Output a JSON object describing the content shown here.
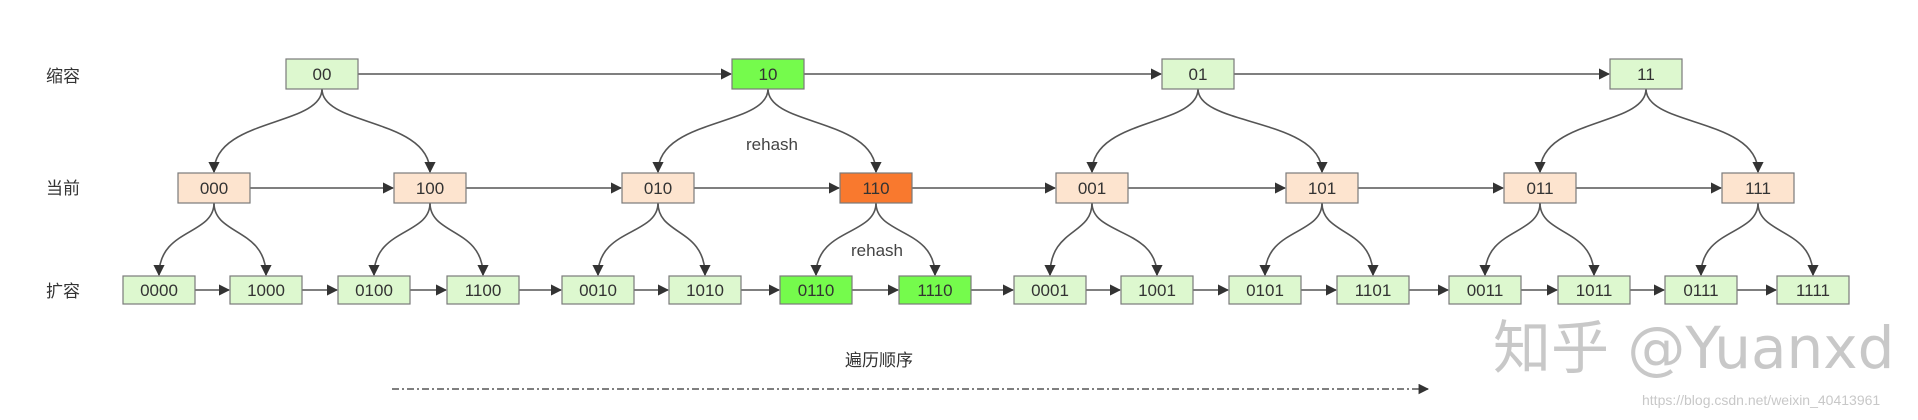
{
  "colors": {
    "level_default": "#ddf8cf",
    "current_default": "#fde4cf",
    "highlight_green": "#75fb4c",
    "highlight_orange": "#f9792e",
    "edge": "#555555"
  },
  "rows": {
    "shrink": {
      "label": "缩容",
      "nodes": [
        {
          "label": "00",
          "highlight": false
        },
        {
          "label": "10",
          "highlight": true
        },
        {
          "label": "01",
          "highlight": false
        },
        {
          "label": "11",
          "highlight": false
        }
      ]
    },
    "current": {
      "label": "当前",
      "nodes": [
        {
          "label": "000",
          "highlight": false
        },
        {
          "label": "100",
          "highlight": false
        },
        {
          "label": "010",
          "highlight": false
        },
        {
          "label": "110",
          "highlight": true
        },
        {
          "label": "001",
          "highlight": false
        },
        {
          "label": "101",
          "highlight": false
        },
        {
          "label": "011",
          "highlight": false
        },
        {
          "label": "111",
          "highlight": false
        }
      ]
    },
    "expand": {
      "label": "扩容",
      "nodes": [
        {
          "label": "0000",
          "highlight": false
        },
        {
          "label": "1000",
          "highlight": false
        },
        {
          "label": "0100",
          "highlight": false
        },
        {
          "label": "1100",
          "highlight": false
        },
        {
          "label": "0010",
          "highlight": false
        },
        {
          "label": "1010",
          "highlight": false
        },
        {
          "label": "0110",
          "highlight": true
        },
        {
          "label": "1110",
          "highlight": true
        },
        {
          "label": "0001",
          "highlight": false
        },
        {
          "label": "1001",
          "highlight": false
        },
        {
          "label": "0101",
          "highlight": false
        },
        {
          "label": "1101",
          "highlight": false
        },
        {
          "label": "0011",
          "highlight": false
        },
        {
          "label": "1011",
          "highlight": false
        },
        {
          "label": "0111",
          "highlight": false
        },
        {
          "label": "1111",
          "highlight": false
        }
      ]
    }
  },
  "annotations": {
    "rehash_top": "rehash",
    "rehash_bottom": "rehash"
  },
  "traversal_label": "遍历顺序",
  "watermark": {
    "text": "知乎 @Yuanxd",
    "url": "https://blog.csdn.net/weixin_40413961"
  }
}
